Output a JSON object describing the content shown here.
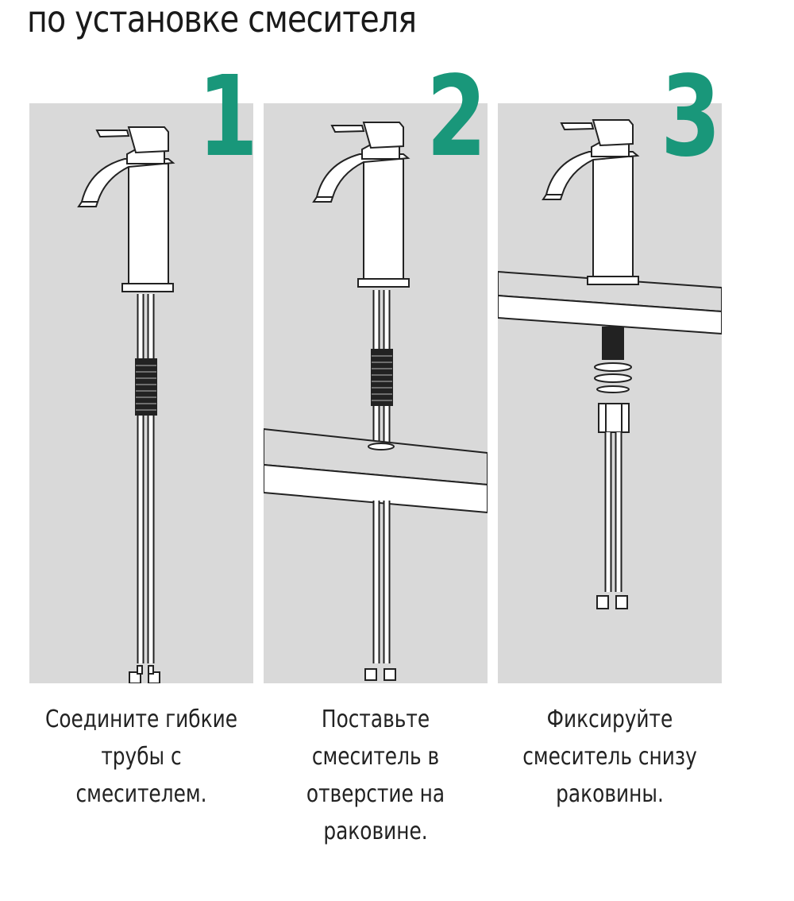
{
  "title": "по установке смесителя",
  "steps": [
    {
      "number": "1",
      "caption": "Соедините гибкие\nтрубы с\nсмесителем."
    },
    {
      "number": "2",
      "caption": "Поставьте\nсмеситель в\nотверстие на\nраковине."
    },
    {
      "number": "3",
      "caption": "Фиксируйте\nсмеситель снизу\nраковины."
    }
  ],
  "colors": {
    "accent": "#19977a",
    "panel": "#d9d9d9"
  }
}
